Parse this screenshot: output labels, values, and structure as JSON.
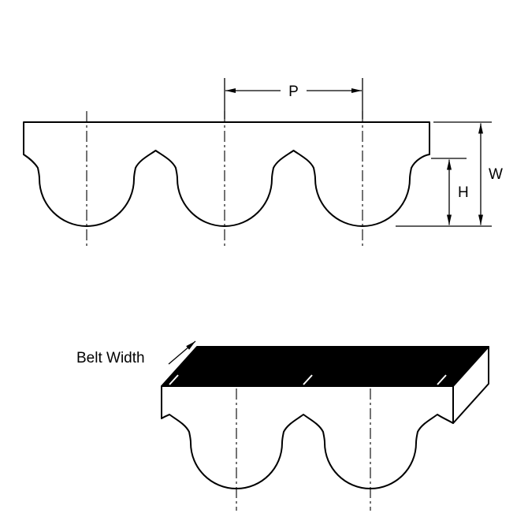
{
  "labels": {
    "pitch": "P",
    "belt_thickness": "W",
    "tooth_height": "H",
    "belt_width": "Belt Width"
  },
  "colors": {
    "line": "#000000",
    "belt_fill": "#ffffff",
    "belt_top_face": "#000000",
    "background": "#ffffff"
  }
}
